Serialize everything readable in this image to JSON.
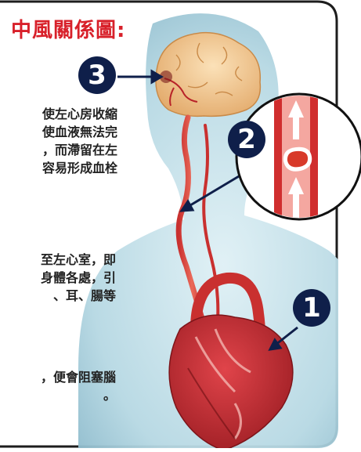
{
  "title": "中風關係圖:",
  "markers": {
    "m1": "1",
    "m2": "2",
    "m3": "3"
  },
  "text_blocks": {
    "block1": [
      "使左心房收縮",
      "使血液無法完",
      "，而滯留在左",
      "容易形成血栓"
    ],
    "block2": [
      "至左心室，即",
      "身體各處，引",
      "、耳、腸等"
    ],
    "block3": [
      "，便會阻塞腦",
      "。"
    ]
  },
  "colors": {
    "title": "#d8202a",
    "badge": "#0f1f4a",
    "artery": "#c8262e",
    "body": "#b9dce6",
    "brain": "#f0c58a",
    "frame": "#1d1d1d"
  },
  "icons": [
    "brain-icon",
    "heart-icon",
    "artery-icon",
    "blood-clot-icon",
    "arrow-icon"
  ]
}
